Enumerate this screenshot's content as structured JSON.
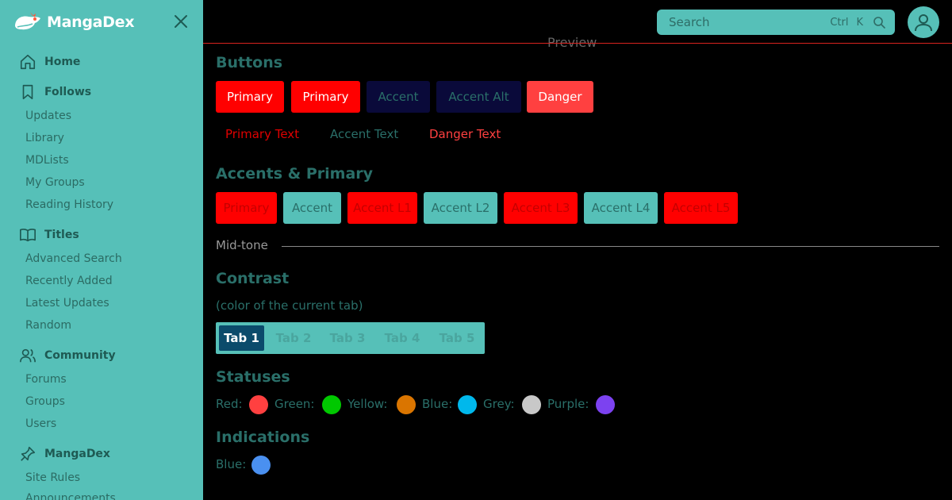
{
  "brand": {
    "name": "MangaDex"
  },
  "sidebar": {
    "sections": [
      {
        "label": "Home",
        "icon": "home-icon",
        "items": []
      },
      {
        "label": "Follows",
        "icon": "bookmark-icon",
        "items": [
          "Updates",
          "Library",
          "MDLists",
          "My Groups",
          "Reading History"
        ]
      },
      {
        "label": "Titles",
        "icon": "book-icon",
        "items": [
          "Advanced Search",
          "Recently Added",
          "Latest Updates",
          "Random"
        ]
      },
      {
        "label": "Community",
        "icon": "users-icon",
        "items": [
          "Forums",
          "Groups",
          "Users"
        ]
      },
      {
        "label": "MangaDex",
        "icon": "pin-icon",
        "items": [
          "Site Rules",
          "Announcements"
        ]
      }
    ]
  },
  "search": {
    "placeholder": "Search",
    "shortcut_ctrl": "Ctrl",
    "shortcut_key": "K"
  },
  "preview_label": "Preview",
  "buttons": {
    "heading": "Buttons",
    "solid": [
      "Primary",
      "Primary",
      "Accent",
      "Accent Alt",
      "Danger"
    ],
    "text": [
      "Primary Text",
      "Accent Text",
      "Danger Text"
    ]
  },
  "accents": {
    "heading": "Accents & Primary",
    "items": [
      "Primary",
      "Accent",
      "Accent L1",
      "Accent L2",
      "Accent L3",
      "Accent L4",
      "Accent L5"
    ]
  },
  "midtone": {
    "label": "Mid-tone"
  },
  "contrast": {
    "heading": "Contrast",
    "subtitle": "(color of the current tab)",
    "tabs": [
      "Tab 1",
      "Tab 2",
      "Tab 3",
      "Tab 4",
      "Tab 5"
    ],
    "active_tab": "Tab 1"
  },
  "statuses": {
    "heading": "Statuses",
    "items": [
      {
        "label": "Red:",
        "color": "#ff4040"
      },
      {
        "label": "Green:",
        "color": "#00c800"
      },
      {
        "label": "Yellow:",
        "color": "#da7500"
      },
      {
        "label": "Blue:",
        "color": "#00b8ec"
      },
      {
        "label": "Grey:",
        "color": "#c8c8c8"
      },
      {
        "label": "Purple:",
        "color": "#7c42f0"
      }
    ]
  },
  "indications": {
    "heading": "Indications",
    "items": [
      {
        "label": "Blue:",
        "color": "#4a90f0"
      }
    ]
  },
  "colors": {
    "sidebar_bg": "#56c0b8",
    "primary": "#ff0000",
    "accent": "#0a0a3a",
    "danger": "#ff4040",
    "active_tab": "#0b4b6b",
    "topbar_line": "#d8231f"
  }
}
